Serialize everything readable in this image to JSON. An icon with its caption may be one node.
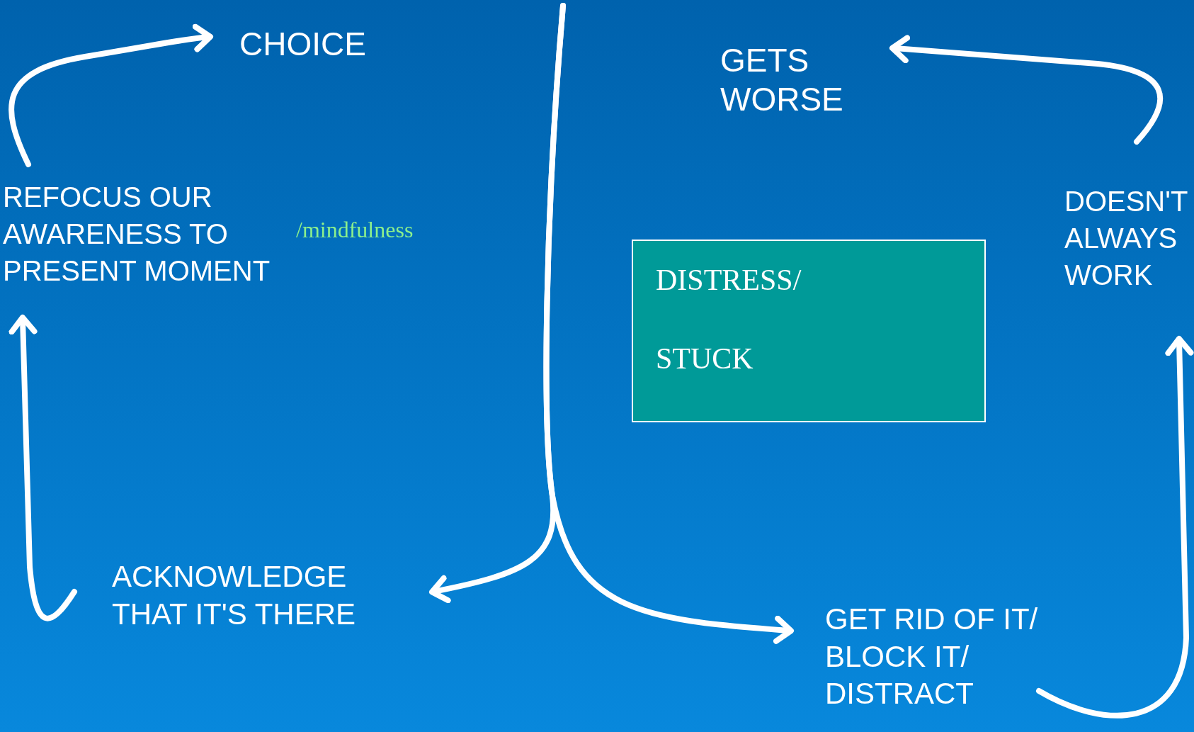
{
  "diagram": {
    "nodes": [
      {
        "text": [
          "CHOICE"
        ]
      },
      {
        "text": [
          "REFOCUS OUR AWARENESS TO PRESENT MOMENT"
        ]
      },
      {
        "text": [
          "ACKNOWLEDGE THAT IT'S THERE"
        ]
      },
      {
        "text": [
          "GETS WORSE"
        ]
      },
      {
        "text": [
          "DISTRESS/",
          "STUCK"
        ]
      },
      {
        "text": [
          "DOESN'T ALWAYS WORK"
        ]
      },
      {
        "text": [
          "GET RID OF IT/ BLOCK IT/ DISTRACT"
        ]
      }
    ],
    "edges": [
      {
        "from": 1,
        "to": 0,
        "arrow": "to"
      },
      {
        "from": 2,
        "to": 1,
        "arrow": "to"
      },
      {
        "from": null,
        "to": 2,
        "arrow": "to"
      },
      {
        "from": null,
        "to": 6,
        "arrow": "to"
      },
      {
        "from": 6,
        "to": 5,
        "arrow": "to"
      },
      {
        "from": 5,
        "to": 3,
        "arrow": "to"
      }
    ],
    "labels": [
      "/mindfulness"
    ]
  }
}
